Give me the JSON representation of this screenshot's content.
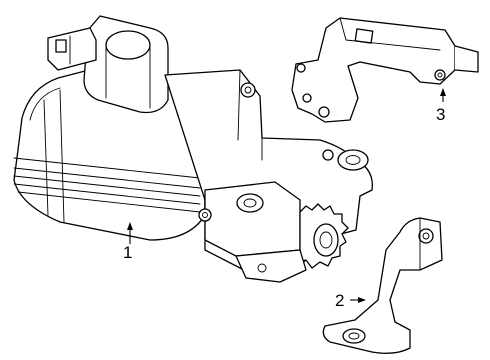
{
  "callouts": {
    "starter": "1",
    "lower_bracket": "2",
    "upper_bracket": "3"
  },
  "colors": {
    "line": "#000000",
    "background": "#ffffff"
  }
}
